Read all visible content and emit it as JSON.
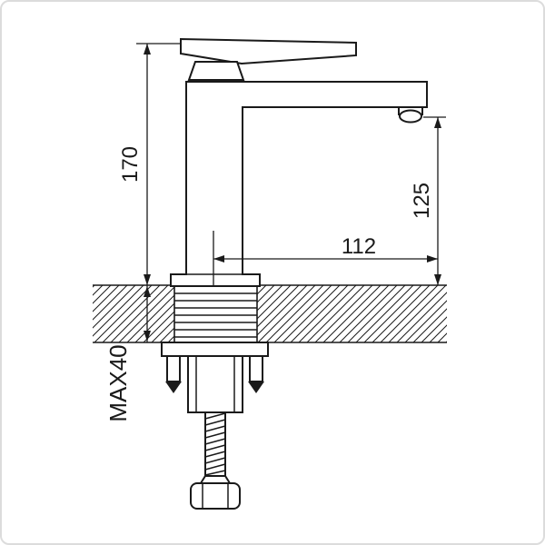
{
  "drawing": {
    "labels": {
      "overall_height": "170",
      "spout_height": "125",
      "spout_reach": "112",
      "max_thickness": "MAX40"
    },
    "colors": {
      "line": "#1a1a1a",
      "frame_border": "#dcdcdc",
      "background": "#ffffff"
    }
  }
}
